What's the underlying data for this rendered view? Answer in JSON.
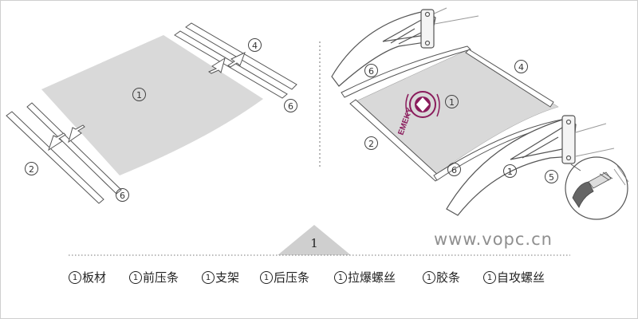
{
  "figure_number": "1",
  "website": "www.vopc.cn",
  "brand_text": "EMEKY",
  "callouts": {
    "left_panel": "1",
    "left_top_bar": "4",
    "left_top_end": "6",
    "left_bottom_bar": "2",
    "left_bottom_end": "6",
    "right_top_end": "6",
    "right_top_bar": "4",
    "right_panel": "1",
    "right_bottom_bar": "2",
    "right_bottom_end": "6",
    "right_bracket": "1",
    "right_screw": "5"
  },
  "legend": [
    {
      "num": "1",
      "label": "板材"
    },
    {
      "num": "1",
      "label": "前压条"
    },
    {
      "num": "1",
      "label": "支架"
    },
    {
      "num": "1",
      "label": "后压条"
    },
    {
      "num": "1",
      "label": "拉爆螺丝"
    },
    {
      "num": "1",
      "label": "胶条"
    },
    {
      "num": "1",
      "label": "自攻螺丝"
    }
  ],
  "colors": {
    "panel_fill": "#d9d9d9",
    "line": "#555555",
    "logo": "#8a1c5c",
    "divider": "#8a8a8a"
  }
}
